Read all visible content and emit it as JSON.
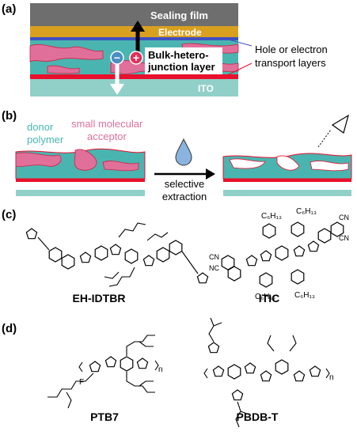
{
  "panels": {
    "a": {
      "label": "(a)",
      "sealing_film": "Sealing film",
      "electrode": "Electrode",
      "active_layer_line1": "Bulk-hetero-",
      "active_layer_line2": "junction layer",
      "transport_line1": "Hole or electron",
      "transport_line2": "transport layers",
      "ito": "ITO",
      "minus": "−",
      "plus": "+"
    },
    "b": {
      "label": "(b)",
      "donor_line1": "donor",
      "donor_line2": "polymer",
      "acceptor_line1": "small molecular",
      "acceptor_line2": "acceptor",
      "process_line1": "selective",
      "process_line2": "extraction"
    },
    "c": {
      "label": "(c)",
      "mol1": "EH-IDTBR",
      "mol2": "ITIC"
    },
    "d": {
      "label": "(d)",
      "mol1": "PTB7",
      "mol2": "PBDB-T"
    }
  },
  "colors": {
    "donor": "#4ab5b0",
    "acceptor": "#e0709a",
    "electrode": "#d9a020",
    "sealing": "#6e6e6e",
    "ito": "#90d0c8",
    "transport": "#e8102c"
  }
}
